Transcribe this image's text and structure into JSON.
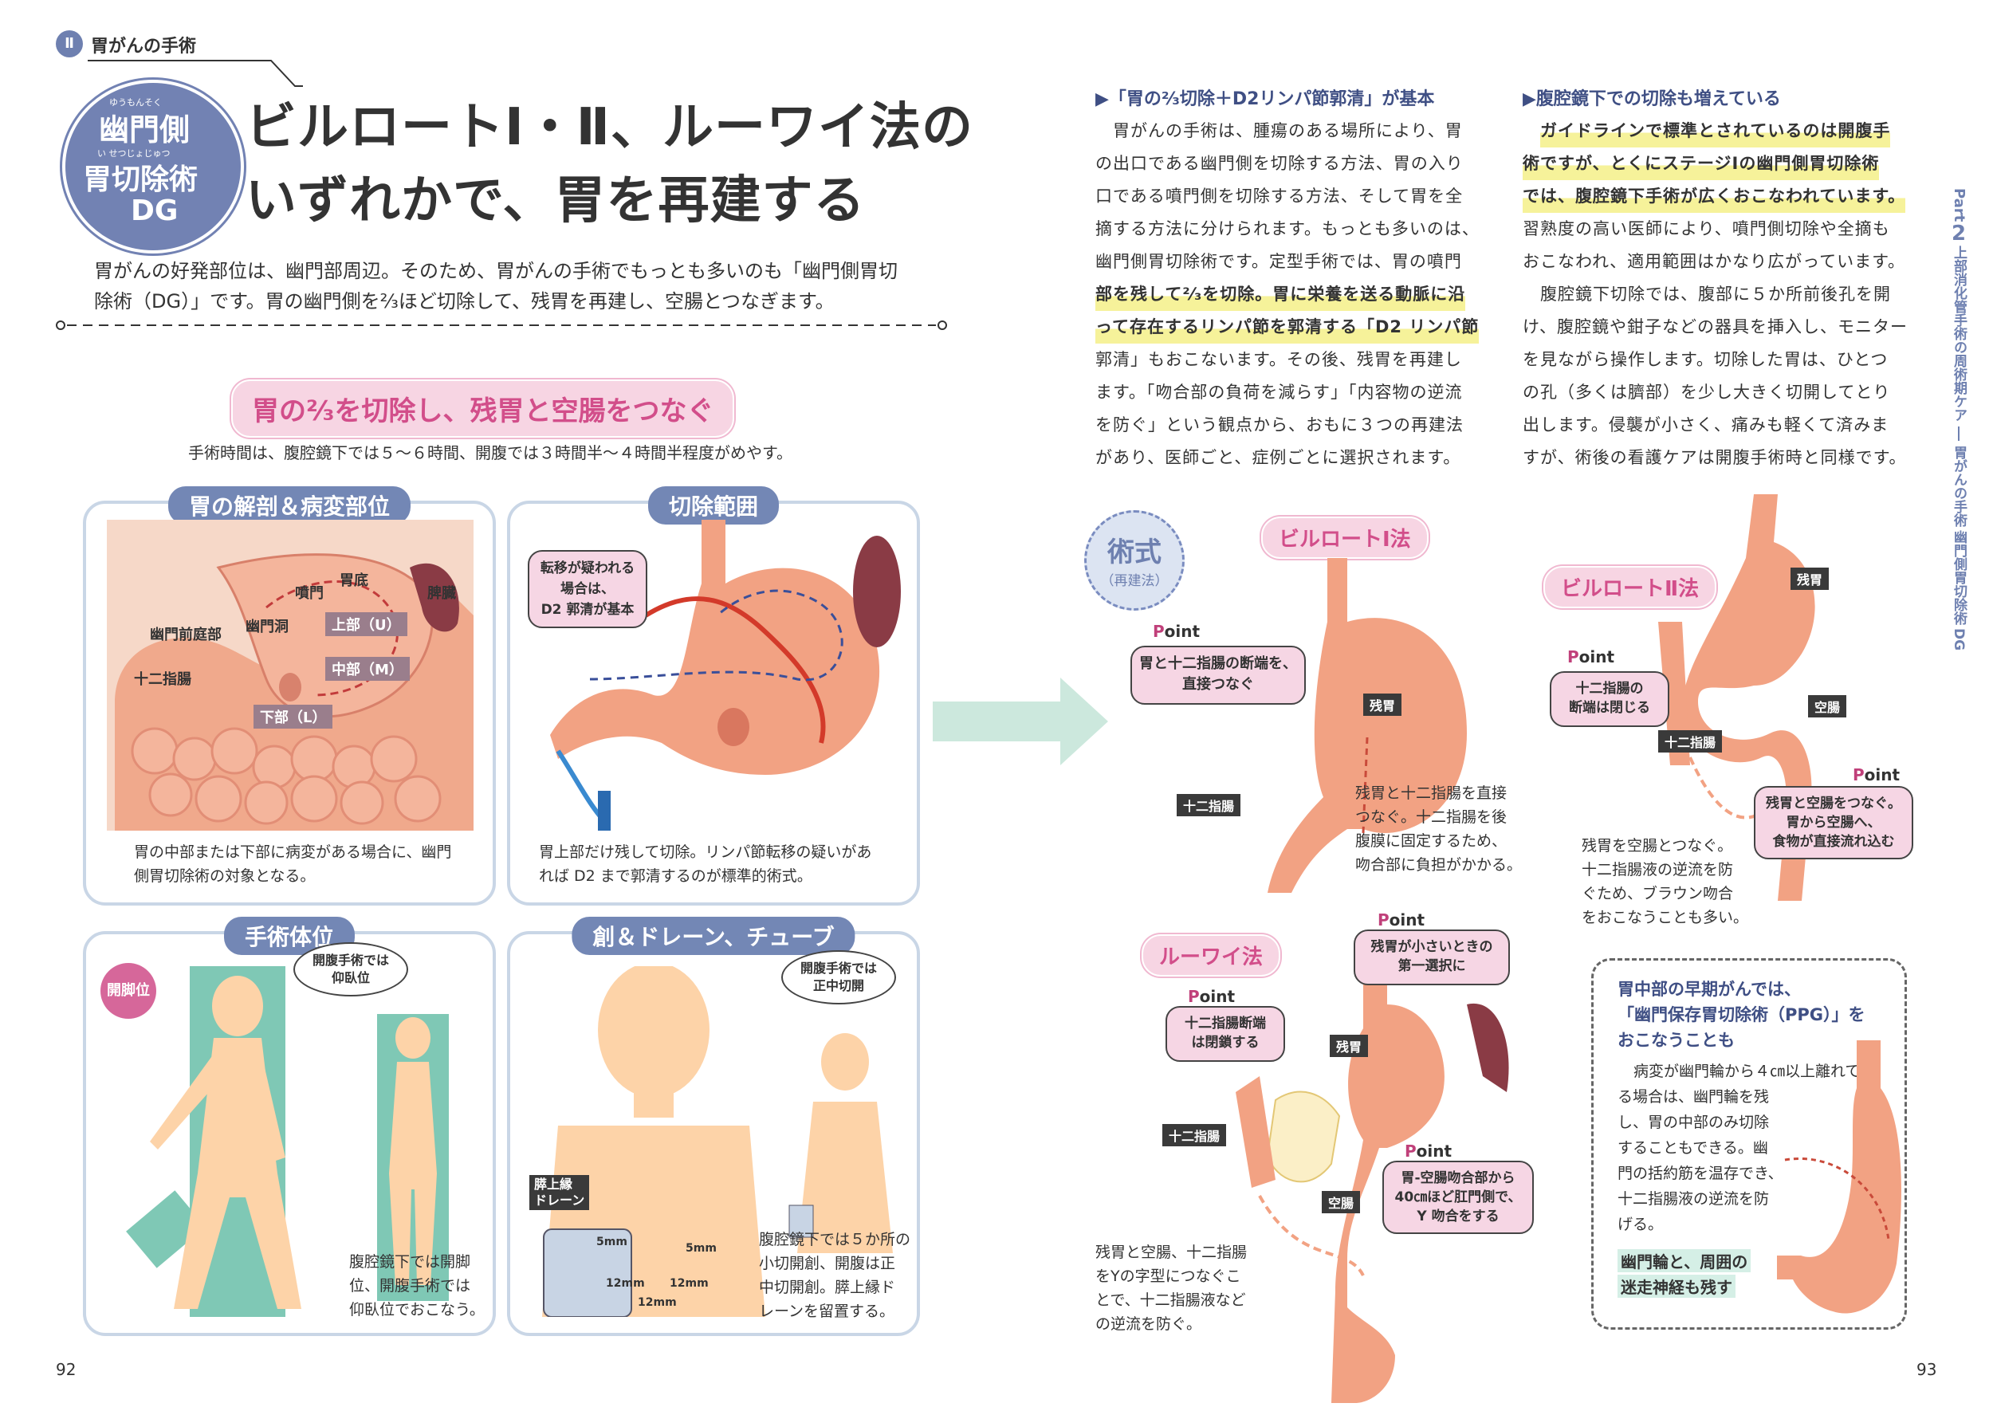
{
  "header": {
    "section_badge": "Ⅱ",
    "section_title": "胃がんの手術"
  },
  "title_badge": {
    "line1": "幽門側",
    "line2": "胃切除術",
    "line3": "DG",
    "ruby1": "ゆうもんそく",
    "ruby2": "い せつじょじゅつ"
  },
  "main_title": {
    "line1": "ビルロートⅠ・Ⅱ、ルーワイ法の",
    "line2": "いずれかで、胃を再建する"
  },
  "lead": {
    "line1": "胃がんの好発部位は、幽門部周辺。そのため、胃がんの手術でもっとも多いのも「幽門側胃切",
    "line2": "除術（DG）」です。胃の幽門側を²⁄₃ほど切除して、残胃を再建し、空腸とつなぎます。"
  },
  "banner": {
    "title": "胃の²⁄₃を切除し、残胃と空腸をつなぐ",
    "sub": "手術時間は、腹腔鏡下では５～６時間、開腹では３時間半～４時間半程度がめやす。"
  },
  "panels": {
    "anatomy": {
      "title": "胃の解剖＆病変部位",
      "labels": [
        "噴門",
        "胃底",
        "脾臓",
        "上部（U）",
        "幽門洞",
        "幽門前庭部",
        "十二指腸",
        "中部（M）",
        "下部（L）"
      ],
      "caption1": "胃の中部または下部に病変がある場合に、幽門",
      "caption2": "側胃切除術の対象となる。"
    },
    "resection": {
      "title": "切除範囲",
      "bubble1": "転移が疑われる",
      "bubble2": "場合は、",
      "bubble3": "D2 郭清が基本",
      "caption1": "胃上部だけ残して切除。リンパ節転移の疑いがあ",
      "caption2": "れば D2 まで郭清するのが標準的術式。"
    },
    "position": {
      "title": "手術体位",
      "badge": "開脚位",
      "bubble1": "開腹手術では",
      "bubble2": "仰臥位",
      "caption1": "腹腔鏡下では開脚",
      "caption2": "位、開腹手術では",
      "caption3": "仰臥位でおこなう。"
    },
    "wound": {
      "title": "創＆ドレーン、チューブ",
      "bubble1": "開腹手術では",
      "bubble2": "正中切開",
      "drain_tag1": "膵上縁",
      "drain_tag2": "ドレーン",
      "ports": [
        "5mm",
        "5mm",
        "12mm",
        "12mm",
        "12mm"
      ],
      "caption1": "腹腔鏡下では５か所の",
      "caption2": "小切開創、開腹は正",
      "caption3": "中切開創。膵上縁ド",
      "caption4": "レーンを留置する。"
    }
  },
  "col1": {
    "heading": "▶「胃の²⁄₃切除＋D2リンパ節郭清」が基本",
    "lines": [
      "胃がんの手術は、腫瘍のある場所により、胃",
      "の出口である幽門側を切除する方法、胃の入り",
      "口である噴門側を切除する方法、そして胃を全",
      "摘する方法に分けられます。もっとも多いのは、",
      "幽門側胃切除術です。定型手術では、胃の噴門",
      "部を残して²⁄₃を切除。胃に栄養を送る動脈に沿",
      "って存在するリンパ節を郭清する「D2 リンパ節",
      "郭清」もおこないます。その後、残胃を再建し",
      "ます。「吻合部の負荷を減らす」「内容物の逆流",
      "を防ぐ」という観点から、おもに３つの再建法",
      "があり、医師ごと、症例ごとに選択されます。"
    ]
  },
  "col2": {
    "heading": "▶腹腔鏡下での切除も増えている",
    "lines": [
      "ガイドラインで標準とされているのは開腹手",
      "術ですが、とくにステージⅠの幽門側胃切除術",
      "では、腹腔鏡下手術が広くおこなわれています。",
      "習熟度の高い医師により、噴門側切除や全摘も",
      "おこなわれ、適用範囲はかなり広がっています。",
      "腹腔鏡下切除では、腹部に５か所前後孔を開",
      "け、腹腔鏡や鉗子などの器具を挿入し、モニター",
      "を見ながら操作します。切除した胃は、ひとつ",
      "の孔（多くは臍部）を少し大きく切開してとり",
      "出します。侵襲が小さく、痛みも軽くて済みま",
      "すが、術後の看護ケアは開腹手術時と同様です。"
    ]
  },
  "side_tab": {
    "part": "Part",
    "num": "2",
    "text1": "上部消化管手術の周術期ケア",
    "text2": "胃がんの手術",
    "text3": "幽門側胃切除術",
    "text4": "DG"
  },
  "methods": {
    "badge1": "術式",
    "badge2": "（再建法）",
    "b1": {
      "label": "ビルロートⅠ法",
      "point": "Point",
      "bubble1": "胃と十二指腸の断端を、",
      "bubble2": "直接つなぐ",
      "tag_stomach": "残胃",
      "tag_duo": "十二指腸",
      "caption": [
        "残胃と十二指腸を直接",
        "つなぐ。十二指腸を後",
        "腹膜に固定するため、",
        "吻合部に負担がかかる。"
      ]
    },
    "b2": {
      "label": "ビルロートⅡ法",
      "point1": "Point",
      "bubble1a": "十二指腸の",
      "bubble1b": "断端は閉じる",
      "point2": "Point",
      "bubble2a": "残胃と空腸をつなぐ。",
      "bubble2b": "胃から空腸へ、",
      "bubble2c": "食物が直接流れ込む",
      "tag_stomach": "残胃",
      "tag_jejunum": "空腸",
      "tag_duo": "十二指腸",
      "caption": [
        "残胃を空腸とつなぐ。",
        "十二指腸液の逆流を防",
        "ぐため、ブラウン吻合",
        "をおこなうことも多い。"
      ]
    },
    "ry": {
      "label": "ルーワイ法",
      "point1": "Point",
      "bubble1a": "残胃が小さいときの",
      "bubble1b": "第一選択に",
      "point2": "Point",
      "bubble2a": "十二指腸断端",
      "bubble2b": "は閉鎖する",
      "point3": "Point",
      "bubble3a": "胃-空腸吻合部から",
      "bubble3b": "40㎝ほど肛門側で、",
      "bubble3c": "Y 吻合をする",
      "tag_stomach": "残胃",
      "tag_duo": "十二指腸",
      "tag_jejunum": "空腸",
      "caption": [
        "残胃と空腸、十二指腸",
        "をYの字型につなぐこ",
        "とで、十二指腸液など",
        "の逆流を防ぐ。"
      ]
    },
    "ppg": {
      "title1": "胃中部の早期がんでは、",
      "title2": "「幽門保存胃切除術（PPG）」を",
      "title3": "おこなうことも",
      "lines": [
        "病変が幽門輪から４㎝以上離れてい",
        "る場合は、幽門輪を残",
        "し、胃の中部のみ切除",
        "することもできる。幽",
        "門の括約筋を温存でき、",
        "十二指腸液の逆流を防",
        "げる。"
      ],
      "hl1": "幽門輪と、周囲の",
      "hl2": "迷走神経も残す"
    }
  },
  "page_numbers": {
    "left": "92",
    "right": "93"
  }
}
